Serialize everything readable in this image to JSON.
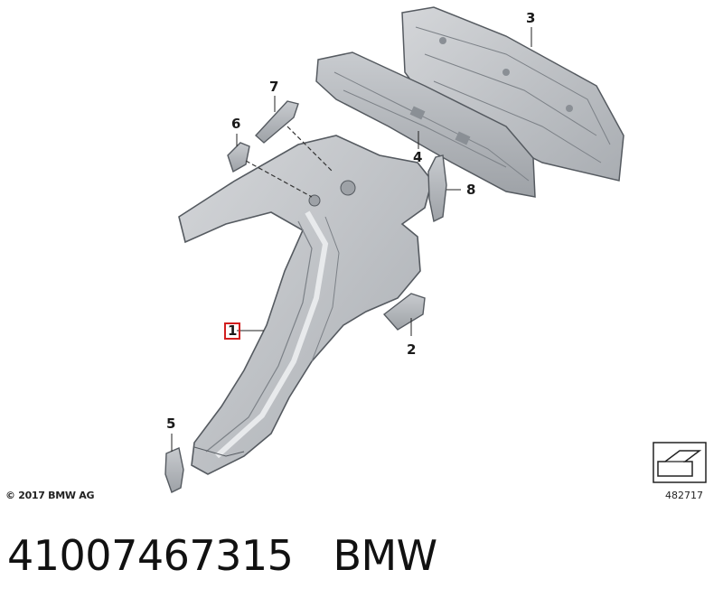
{
  "callouts": [
    {
      "id": "1",
      "highlighted": true
    },
    {
      "id": "2",
      "highlighted": false
    },
    {
      "id": "3",
      "highlighted": false
    },
    {
      "id": "4",
      "highlighted": false
    },
    {
      "id": "5",
      "highlighted": false
    },
    {
      "id": "6",
      "highlighted": false
    },
    {
      "id": "7",
      "highlighted": false
    },
    {
      "id": "8",
      "highlighted": false
    }
  ],
  "copyright": "© 2017 BMW AG",
  "diagram_id": "482717",
  "part_number": "41007467315",
  "brand": "BMW",
  "colors": {
    "highlight": "#d11f1f",
    "part_fill": "#bfc2c6",
    "part_stroke": "#555a60"
  }
}
